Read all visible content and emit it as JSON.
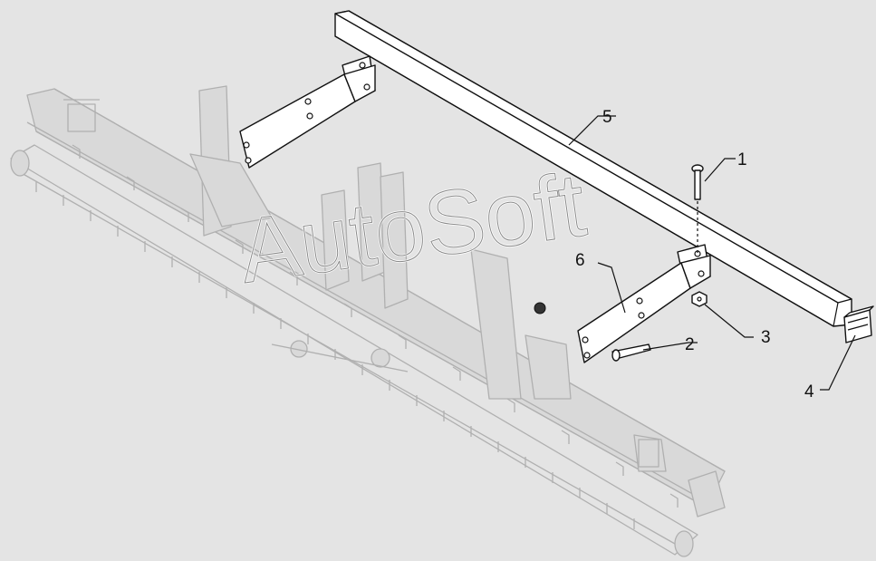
{
  "watermark": "AutoSoft",
  "callouts": [
    {
      "id": "1",
      "label": "1"
    },
    {
      "id": "2",
      "label": "2"
    },
    {
      "id": "3",
      "label": "3"
    },
    {
      "id": "4",
      "label": "4"
    },
    {
      "id": "5",
      "label": "5"
    },
    {
      "id": "6",
      "label": "6"
    }
  ],
  "colors": {
    "background": "#e4e4e4",
    "ghost_frame": "#b0b0b0",
    "parts": "#111111"
  }
}
